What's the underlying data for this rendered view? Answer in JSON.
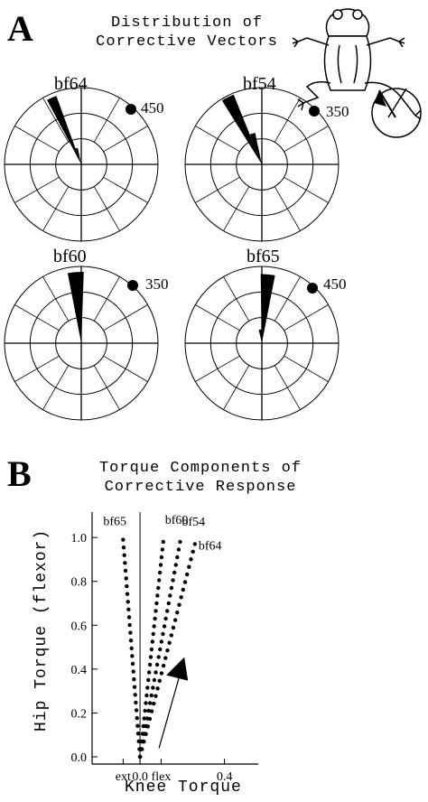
{
  "panel_a": {
    "letter": "A",
    "title_line1": "Distribution of",
    "title_line2": "Corrective Vectors"
  },
  "panel_b": {
    "letter": "B",
    "title_line1": "Torque Components of",
    "title_line2": "Corrective Response"
  },
  "icons": {
    "frog": "frog-illustration-icon"
  },
  "chart_data": [
    {
      "type": "polar-histogram",
      "label": "bf64",
      "scale_label": "450",
      "wedges": [
        {
          "angle_start": -28,
          "angle_end": -20,
          "r": 0.95
        },
        {
          "angle_start": -20,
          "angle_end": -12,
          "r": 0.22
        }
      ]
    },
    {
      "type": "polar-histogram",
      "label": "bf54",
      "scale_label": "350",
      "wedges": [
        {
          "angle_start": -32,
          "angle_end": -22,
          "r": 0.98
        },
        {
          "angle_start": -22,
          "angle_end": -12,
          "r": 0.42
        }
      ]
    },
    {
      "type": "polar-histogram",
      "label": "bf60",
      "scale_label": "350",
      "wedges": [
        {
          "angle_start": -11,
          "angle_end": 2,
          "r": 0.93
        }
      ]
    },
    {
      "type": "polar-histogram",
      "label": "bf65",
      "scale_label": "450",
      "wedges": [
        {
          "angle_start": -1,
          "angle_end": 11,
          "r": 0.9
        },
        {
          "angle_start": -13,
          "angle_end": -1,
          "r": 0.18
        }
      ]
    },
    {
      "type": "scatter",
      "xlabel": "Knee Torque",
      "ylabel": "Hip Torque (flexor)",
      "xlim": [
        -0.15,
        0.62
      ],
      "ylim": [
        0.0,
        1.05
      ],
      "x_ticks": [
        {
          "value": -0.08,
          "label": "ext"
        },
        {
          "value": 0.0,
          "label": "0.0"
        },
        {
          "value": 0.1,
          "label": "flex"
        },
        {
          "value": 0.4,
          "label": "0.4"
        }
      ],
      "y_ticks": [
        "0.0",
        "0.2",
        "0.4",
        "0.6",
        "0.8",
        "1.0"
      ],
      "series": [
        {
          "name": "bf65",
          "x_end": -0.08,
          "y_end": 0.99
        },
        {
          "name": "bf60",
          "x_end": 0.11,
          "y_end": 0.98
        },
        {
          "name": "bf54",
          "x_end": 0.19,
          "y_end": 0.98
        },
        {
          "name": "bf64",
          "x_end": 0.26,
          "y_end": 0.97
        }
      ],
      "arrow": {
        "x1": 0.09,
        "y1": 0.04,
        "x2": 0.21,
        "y2": 0.43
      }
    }
  ]
}
